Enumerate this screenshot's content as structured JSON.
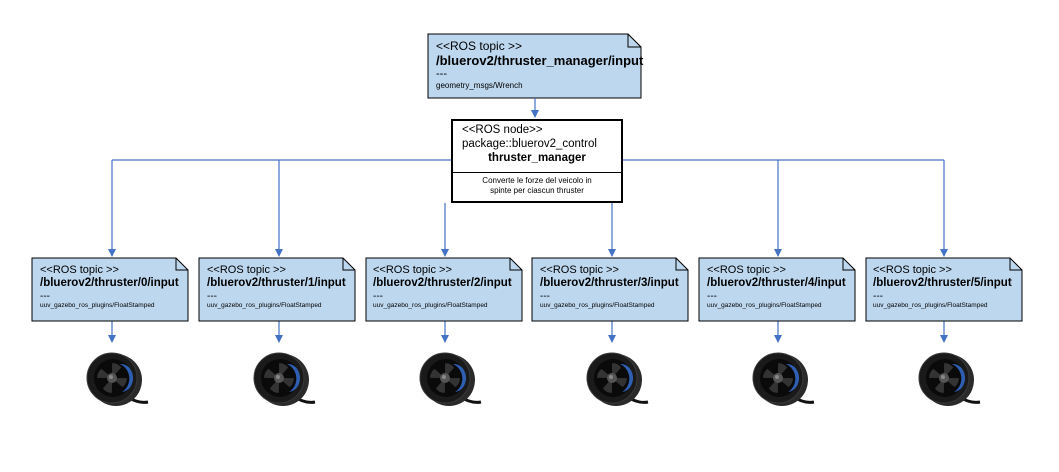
{
  "main_topic": {
    "stereotype": "<<ROS topic >>",
    "name": "/bluerov2/thruster_manager/input",
    "separator": "---",
    "msg_type": "geometry_msgs/Wrench"
  },
  "node": {
    "stereotype": "<<ROS node>>",
    "package": "package::bluerov2_control",
    "name": "thruster_manager",
    "description_line1": "Converte le forze del veicolo in",
    "description_line2": "spinte per ciascun thruster"
  },
  "thruster_topics": [
    {
      "stereotype": "<<ROS topic >>",
      "name": "/bluerov2/thruster/0/input",
      "separator": "---",
      "msg_type": "uuv_gazebo_ros_plugins/FloatStamped"
    },
    {
      "stereotype": "<<ROS topic >>",
      "name": "/bluerov2/thruster/1/input",
      "separator": "---",
      "msg_type": "uuv_gazebo_ros_plugins/FloatStamped"
    },
    {
      "stereotype": "<<ROS topic >>",
      "name": "/bluerov2/thruster/2/input",
      "separator": "---",
      "msg_type": "uuv_gazebo_ros_plugins/FloatStamped"
    },
    {
      "stereotype": "<<ROS topic >>",
      "name": "/bluerov2/thruster/3/input",
      "separator": "---",
      "msg_type": "uuv_gazebo_ros_plugins/FloatStamped"
    },
    {
      "stereotype": "<<ROS topic >>",
      "name": "/bluerov2/thruster/4/input",
      "separator": "---",
      "msg_type": "uuv_gazebo_ros_plugins/FloatStamped"
    },
    {
      "stereotype": "<<ROS topic >>",
      "name": "/bluerov2/thruster/5/input",
      "separator": "---",
      "msg_type": "uuv_gazebo_ros_plugins/FloatStamped"
    }
  ],
  "colors": {
    "note_fill": "#bdd7ee",
    "note_border": "#000000",
    "connector": "#4472c4",
    "thruster_body": "#1a1a1a",
    "thruster_accent": "#2f5fb3"
  },
  "icons": {
    "thruster": "thruster-icon"
  }
}
